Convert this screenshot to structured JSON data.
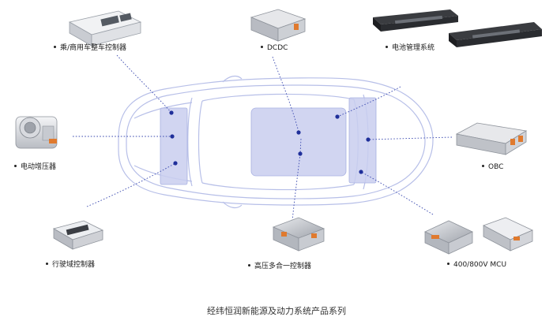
{
  "labels": {
    "vcu": "乘/商用车整车控制器",
    "dcdc": "DCDC",
    "bms": "电池管理系统",
    "ebooster": "电动增压器",
    "obc": "OBC",
    "adas": "行驶域控制器",
    "hv_integrated": "高压多合一控制器",
    "mcu": "400/800V MCU"
  },
  "caption": "经纬恒润新能源及动力系统产品系列",
  "colors": {
    "car_outline": "#b7bfe8",
    "zone_fill": "#c9ceef",
    "zone_stroke": "#a9b1e2",
    "leader": "#3b4ab0",
    "dot": "#1f2f9a"
  }
}
